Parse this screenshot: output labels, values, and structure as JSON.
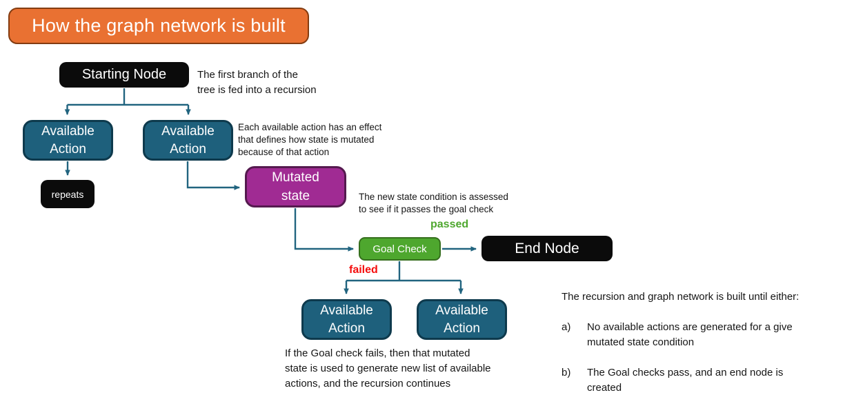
{
  "title": {
    "label": "How the graph network is built"
  },
  "nodes": {
    "starting_node": {
      "label": "Starting Node"
    },
    "available_action": {
      "label": "Available\nAction"
    },
    "repeats": {
      "label": "repeats"
    },
    "mutated_state": {
      "label": "Mutated\nstate"
    },
    "goal_check": {
      "label": "Goal Check"
    },
    "end_node": {
      "label": "End Node"
    }
  },
  "edge_labels": {
    "passed": "passed",
    "failed": "failed"
  },
  "annotations": {
    "first_branch": "The first branch of the\ntree is fed into a recursion",
    "action_effect": "Each available action has an effect\nthat defines how state is mutated\nbecause of that action",
    "goal_assess": "The new state condition is assessed\nto see if it passes the goal check",
    "fail_note": "If the Goal check fails, then that mutated\nstate is used to generate new list of available\nactions, and the recursion continues",
    "until": {
      "intro": "The recursion and graph network is built until either:",
      "items": [
        {
          "marker": "a)",
          "text": "No available actions are generated for a give\nmutated state condition"
        },
        {
          "marker": "b)",
          "text": "The Goal checks pass, and an end node is\ncreated"
        }
      ]
    }
  },
  "colors": {
    "title_orange": "#E97132",
    "title_border": "#833C11",
    "node_teal": "#1E607C",
    "node_teal_border": "#0E3A4D",
    "node_black": "#0B0B0B",
    "node_purple": "#A02B93",
    "node_purple_border": "#551A4F",
    "node_green": "#4EA72E",
    "node_green_border": "#356F1D",
    "connector_teal": "#21647F",
    "passed_green": "#4EA72E",
    "failed_red": "#F50D0D",
    "text_black": "#151515"
  }
}
